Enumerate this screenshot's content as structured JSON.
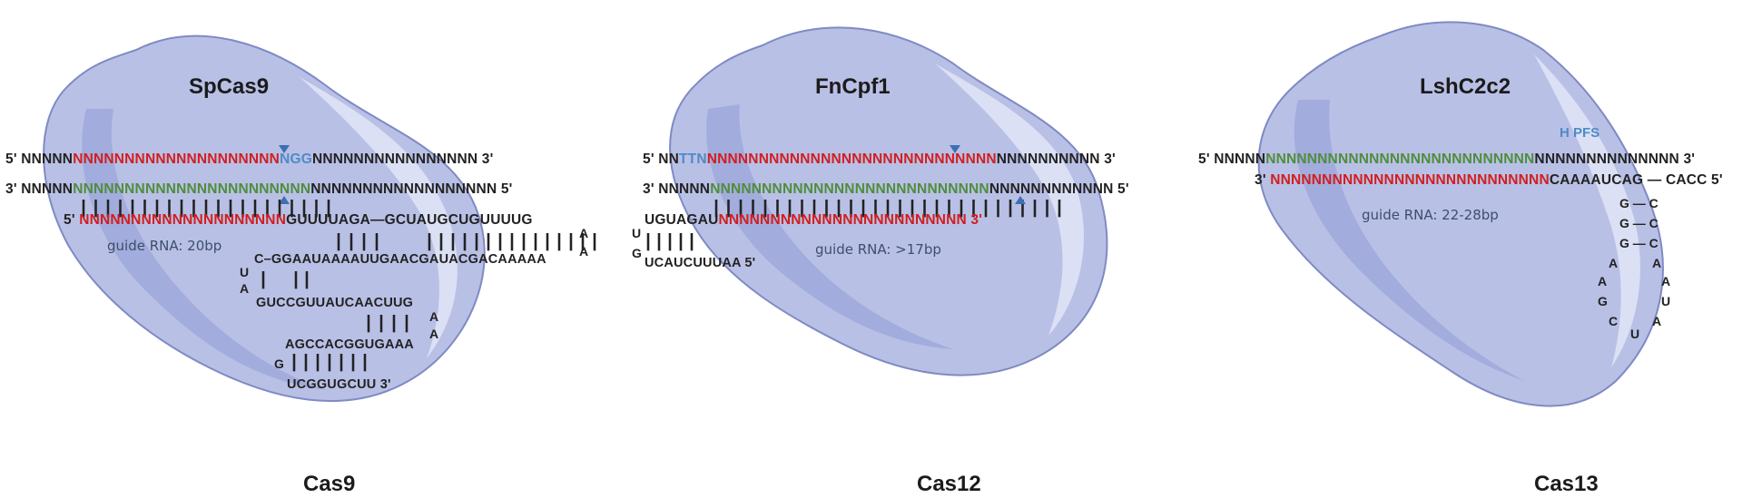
{
  "colors": {
    "protein_fill": "#b9c0e6",
    "protein_shadow": "#8f9bd6",
    "protein_highlight": "#e4e7f7",
    "target_dna": "#d21e1e",
    "guide_rna": "#4f8d3a",
    "pam": "#4e8bc6",
    "cut_site": "#3f6fb2"
  },
  "cas9": {
    "protein_name": "SpCas9",
    "family_label": "Cas9",
    "top_strand": {
      "prefix": "5' NNNNN",
      "target": "NNNNNNNNNNNNNNNNNNNN",
      "pam": "NGG",
      "suffix": "NNNNNNNNNNNNNNNN 3'"
    },
    "bottom_strand": {
      "prefix": "3' NNNNN",
      "green": "NNNNNNNNNNNNNNNNNNNNNNN",
      "suffix": "NNNNNNNNNNNNNNNNNN 5'"
    },
    "guide_strand": {
      "prefix": "5' ",
      "spacer": "NNNNNNNNNNNNNNNNNNNN",
      "rest": "GUUUUAGA—GCUAUGCUGUUUUG"
    },
    "pairing_ticks": "|||||||||||||||||||||",
    "guide_note": "guide RNA: 20bp",
    "stem": {
      "ticks_a": "||||",
      "ticks_b": "|||||||||||||||",
      "line2": "C–GGAAUAAAAUUGAACGAUACGACAAAAA",
      "loop_top": [
        "A",
        "A"
      ],
      "ua": [
        "U",
        "A"
      ],
      "ticks_c": "|  ||",
      "line3": "GUCCGUUAUCAACUUG",
      "loop2": [
        "A",
        "A"
      ],
      "ticks_d": "||||",
      "line4": "AGCCACGGUGAAA",
      "g_bulge": "G",
      "ticks_e": "|||||||",
      "line5": "UCGGUGCUU 3'"
    }
  },
  "cas12": {
    "protein_name": "FnCpf1",
    "family_label": "Cas12",
    "top_strand": {
      "prefix": "5' NN",
      "pam": "TTN",
      "target": "NNNNNNNNNNNNNNNNNNNNNNNNNNNN",
      "suffix": "NNNNNNNNNN 3'"
    },
    "bottom_strand": {
      "prefix": "3' NNNNN",
      "green": "NNNNNNNNNNNNNNNNNNNNNNNNNNN",
      "suffix": "NNNNNNNNNNNN 5'"
    },
    "guide_strand": {
      "head": "UGUAGAU",
      "spacer": "NNNNNNNNNNNNNNNNNNNNNNNN 3'"
    },
    "pairing_ticks": "|||||||||||||||||||||||||||||",
    "guide_note": "guide RNA: >17bp",
    "hairpin": {
      "loop": [
        "U",
        "G"
      ],
      "ticks": "|||||",
      "line": "UCAUCUUUAA 5'"
    }
  },
  "cas13": {
    "protein_name": "LshC2c2",
    "family_label": "Cas13",
    "pfs_label": "H PFS",
    "top_strand": {
      "prefix": "5' NNNNN",
      "green": "NNNNNNNNNNNNNNNNNNNNNNNNNN",
      "suffix": "NNNNNNNNNNNNNN 3'"
    },
    "guide_strand": {
      "prefix": "3' ",
      "spacer": "NNNNNNNNNNNNNNNNNNNNNNNNNNN",
      "tail": "CAAAAUCAG — CACC 5'"
    },
    "guide_note": "guide RNA: 22-28bp",
    "stem_pairs": [
      "G — C",
      "G — C",
      "G — C"
    ],
    "loop_left": [
      "A",
      "A",
      "G",
      "C"
    ],
    "loop_right": [
      "A",
      "A",
      "U",
      "A"
    ],
    "loop_bottom": "U"
  }
}
